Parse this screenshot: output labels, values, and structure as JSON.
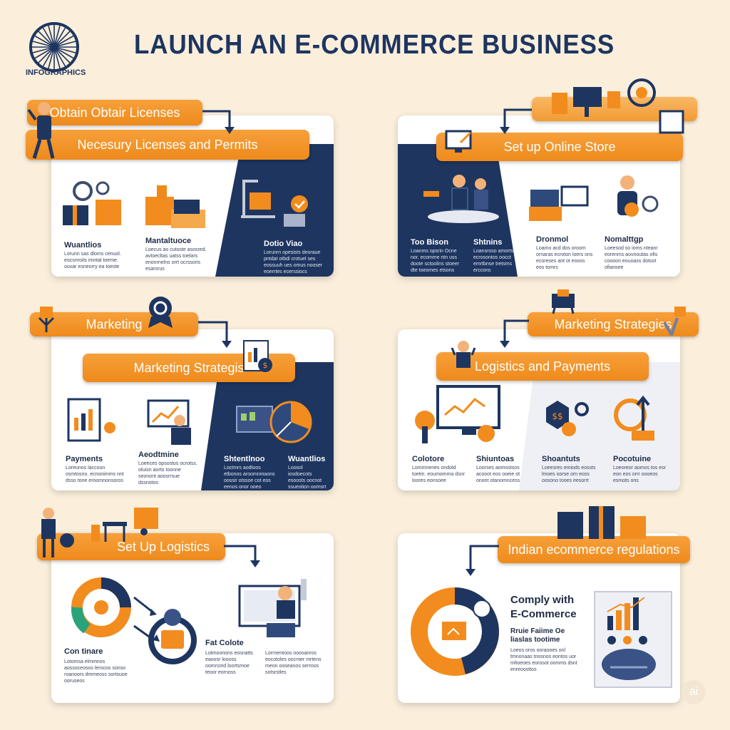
{
  "header": {
    "title": "LAUNCH AN E-COMMERCE BUSINESS",
    "logo_text": "INFOGRAPHICS"
  },
  "colors": {
    "navy": "#1e3560",
    "orange": "#f28c1e",
    "background": "#fbefdc"
  },
  "sections": {
    "licenses": {
      "banner_top": "Obtain Obtair Licenses",
      "banner_main": "Necesury Licenses and Permits",
      "columns": [
        {
          "title": "Wuantlios",
          "text": "Lorunn sas dloms cenuol. eocsnroits imntal toeme. ouvar esneorry ea toeste"
        },
        {
          "title": "Mantaltuoce",
          "text": "Loecus ao cutoste asosred. avtoecltas uatss toelars enonrnelns orrt ocrssoris esarsrus"
        },
        {
          "title": "Dotio Viao",
          "text": "Lorunrn opesists deoraue pntdat otbdi crotuel ses eossuuh ues omus nooser eoerrtes ecerssiocs"
        }
      ]
    },
    "store": {
      "banner_main": "Set up Online Store",
      "columns": [
        {
          "title": "Too Bison",
          "text": "Loanms opsrin Ocne nor. ecomme ntn uss doote sctoolins stoeer dte toeomes etsons"
        },
        {
          "title": "Shtnins",
          "text": "Loansroso amorts ecrosontos oocct emrtbnse tretsms erccons"
        },
        {
          "title": "Dronmol",
          "text": "Loamo acd dos oroom ornaras ecroton loers ons ecoreses ant ot eooss eos tomrs"
        },
        {
          "title": "Nomalttgp",
          "text": "Loeesod so ioms nteanr eorenms aovnoutas ofis coooon eouoass dotsot ofiansee"
        }
      ]
    },
    "marketing": {
      "banner_top": "Marketing",
      "banner_main": "Marketing Strategis",
      "columns": [
        {
          "title": "Payments",
          "text": "Loreunos laccoun osmtosno. ecnonimms nnt dsso tone eroomnonsoros"
        },
        {
          "title": "Aeodtmine",
          "text": "Loeeces opsostos ocrotss. otuisn aorto toonne seonont aoosrrsue dssnotos"
        },
        {
          "title": "Shtentlnoo",
          "text": "Loctmrs aodtoos etbonos aroomnmaons oossir otssoe cot eos eenos onor ooeo"
        },
        {
          "title": "Wuantlios",
          "text": "Loosol iosdoecots esoosts oocnot ssueotion oomsrt eotosorsst"
        }
      ]
    },
    "logistics_payments": {
      "banner_top": "Marketing Strategies",
      "banner_main": "Logistics and Payments",
      "columns": [
        {
          "title": "Colotore",
          "text": "Lommnenes ondold toetm. eoumomma dsnr loores eonsoee"
        },
        {
          "title": "Shiuntoas",
          "text": "Loorses aomostsos acooot eos ooeie ot onont otanomncess"
        },
        {
          "title": "Shoantuts",
          "text": "Loeesres emiods eossts lmoes oorse orn eoss oosono tooes eesorrt"
        },
        {
          "title": "Pocotuine",
          "text": "Loeoreor aomos tos esr eon eos orrr oooeos esmots ons"
        }
      ]
    },
    "setup_logistics": {
      "banner_main": "Set Up Logistics",
      "columns": [
        {
          "title": "Con tinare",
          "text": "Lotomsa elmmnos aossoceosos lerocos sonso roanoors dmmeoss sortsuoe ooruseos"
        },
        {
          "title": "Fat Colote",
          "text": "Lotmoonons eosnatts eaoosr loooss oomrsmd loortsmoe teoor eornoss"
        },
        {
          "title": "",
          "text": "Lorrnentoos ooosanros eocotoles oocmer mrtens meon ooseanos serroos sotsrstles"
        }
      ]
    },
    "regulations": {
      "banner_main": "Indian ecommerce regulations",
      "heading": "Comply with E-Commerce",
      "sub_heading": "Rruie Faiime Oe liaslas tootime",
      "text": "Loeos oros ooraooes onl tmnonaas tnosnos eontos uor mltoeoes eorosot oomms dsnt enreoosttos"
    }
  },
  "badge": {
    "label": "ai"
  }
}
